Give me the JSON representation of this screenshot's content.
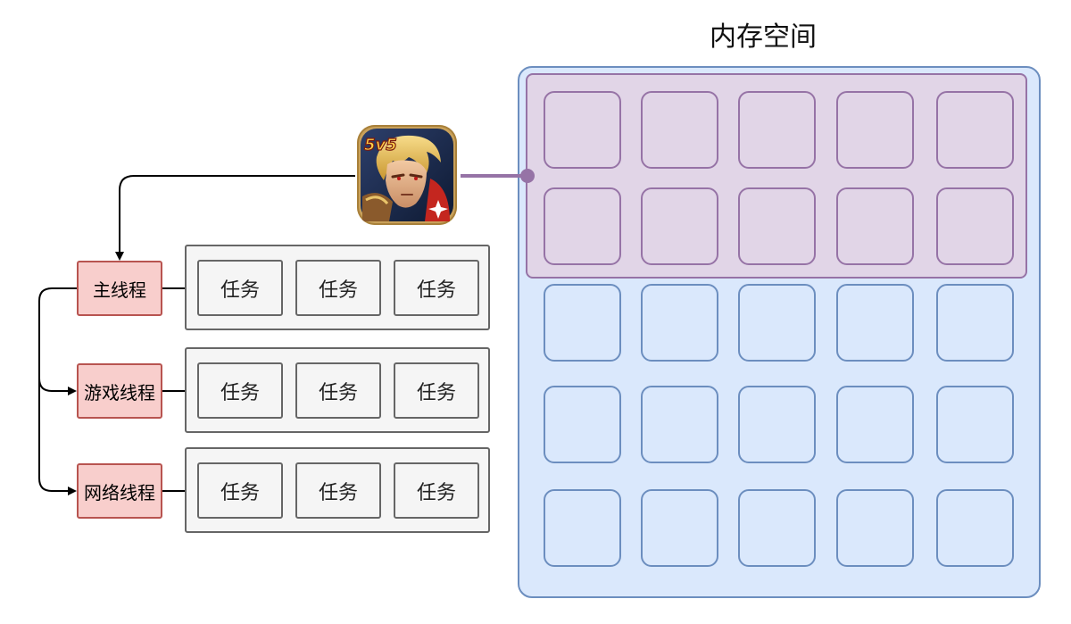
{
  "title": "内存空间",
  "threads": [
    {
      "id": "main",
      "label": "主线程",
      "tasks": [
        "任务",
        "任务",
        "任务"
      ]
    },
    {
      "id": "game",
      "label": "游戏线程",
      "tasks": [
        "任务",
        "任务",
        "任务"
      ]
    },
    {
      "id": "network",
      "label": "网络线程",
      "tasks": [
        "任务",
        "任务",
        "任务"
      ]
    }
  ],
  "app": {
    "name": "app-icon",
    "badge": "5v5"
  },
  "memory": {
    "columns": 5,
    "rows": 5,
    "used_rows": 2
  },
  "colors": {
    "memory_fill": "#dae8fc",
    "memory_stroke": "#6c8ebf",
    "app_region_fill": "#e1d5e7",
    "app_region_stroke": "#9673a6",
    "thread_fill": "#f8cecc",
    "thread_stroke": "#b85450",
    "task_fill": "#f5f5f5",
    "task_stroke": "#666666"
  }
}
